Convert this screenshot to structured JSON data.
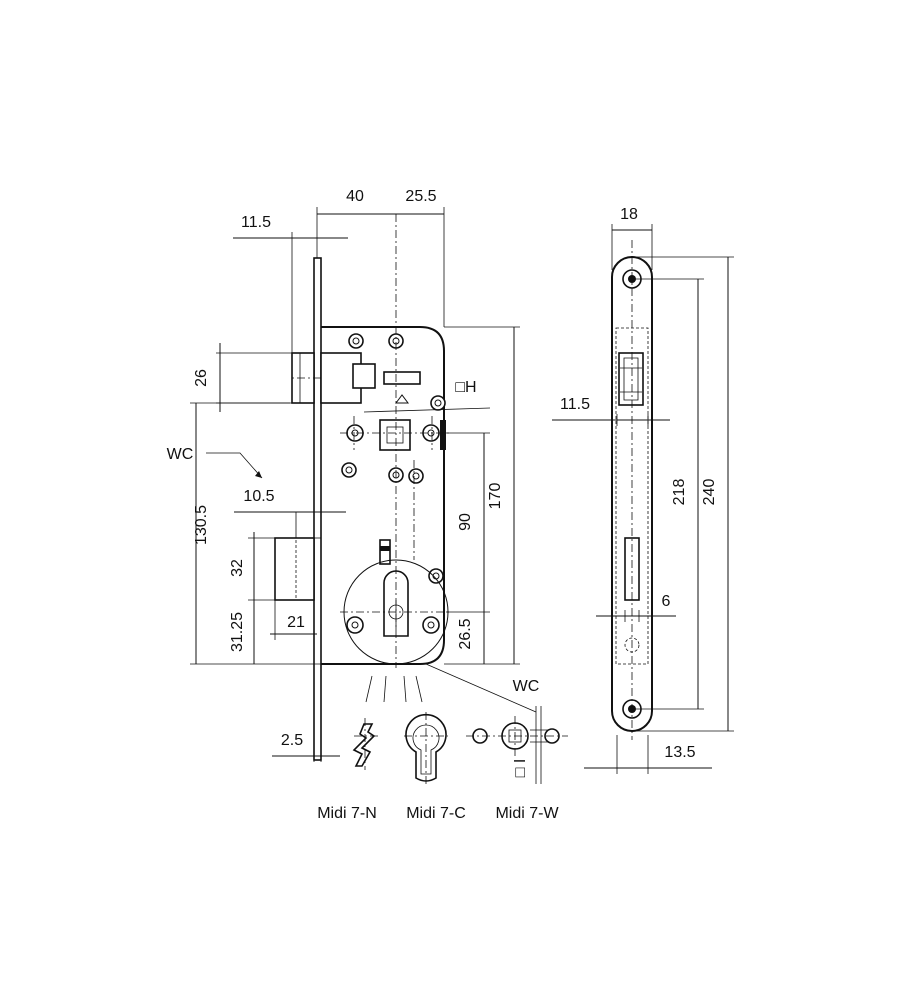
{
  "diagram": {
    "top_dimensions": {
      "d40": "40",
      "d25_5": "25.5",
      "d11_5": "11.5",
      "d18": "18"
    },
    "left_dimensions": {
      "d26": "26",
      "wc": "WC",
      "d10_5": "10.5",
      "d130_5": "130.5",
      "d32": "32",
      "d31_25": "31.25",
      "d21": "21",
      "d2_5": "2.5"
    },
    "center_dimensions": {
      "square_h": "□H",
      "d90": "90",
      "d170": "170",
      "d26_5": "26.5",
      "wc_bottom": "WC",
      "square_i": "□ I"
    },
    "side_dimensions": {
      "d11_5": "11.5",
      "d218": "218",
      "d240": "240",
      "d6": "6",
      "d13_5": "13.5"
    },
    "variants": [
      {
        "label": "Midi 7-N"
      },
      {
        "label": "Midi 7-C"
      },
      {
        "label": "Midi 7-W"
      }
    ]
  },
  "colors": {
    "line": "#111111",
    "background": "#ffffff"
  }
}
